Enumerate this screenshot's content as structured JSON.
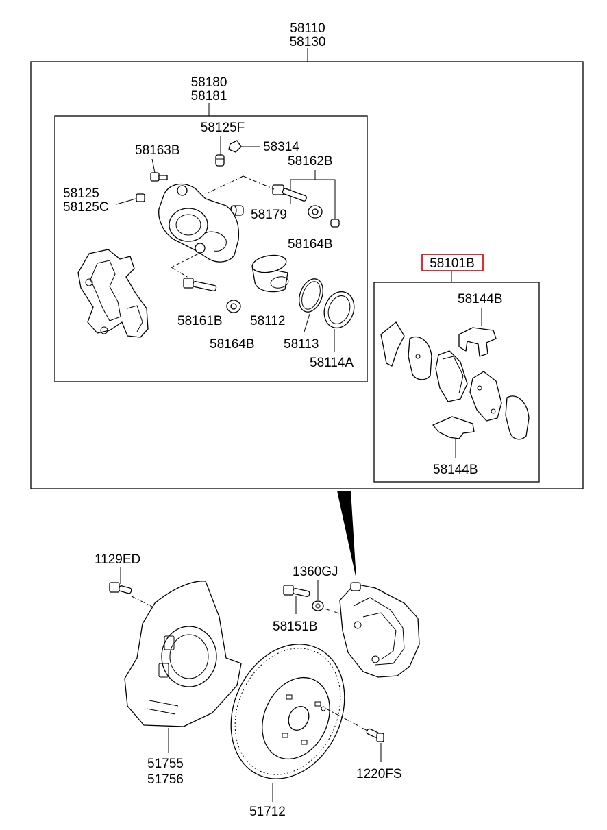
{
  "labels": {
    "assembly_top": [
      "58110",
      "58130"
    ],
    "caliper_kit": [
      "58180",
      "58181"
    ],
    "bleeder_screw": "58125F",
    "bleeder_cap": "58314",
    "bolt_58163b": "58163B",
    "guide_pins": "58162B",
    "fitting": [
      "58125",
      "58125C"
    ],
    "bushing_58179": "58179",
    "boot_upper": "58164B",
    "piston": "58112",
    "guide_bolt": "58161B",
    "boot_lower": "58164B",
    "piston_seal": "58113",
    "piston_boot": "58114A",
    "pad_kit": "58101B",
    "pad_clip_upper": "58144B",
    "pad_clip_lower": "58144B",
    "shield_bolt": "1129ED",
    "bracket_bolt": "1360GJ",
    "mount_bolt": "58151B",
    "dust_shield": [
      "51755",
      "51756"
    ],
    "rotor_screw": "1220FS",
    "disc_rotor": "51712"
  },
  "highlight_color": "#e0161b"
}
